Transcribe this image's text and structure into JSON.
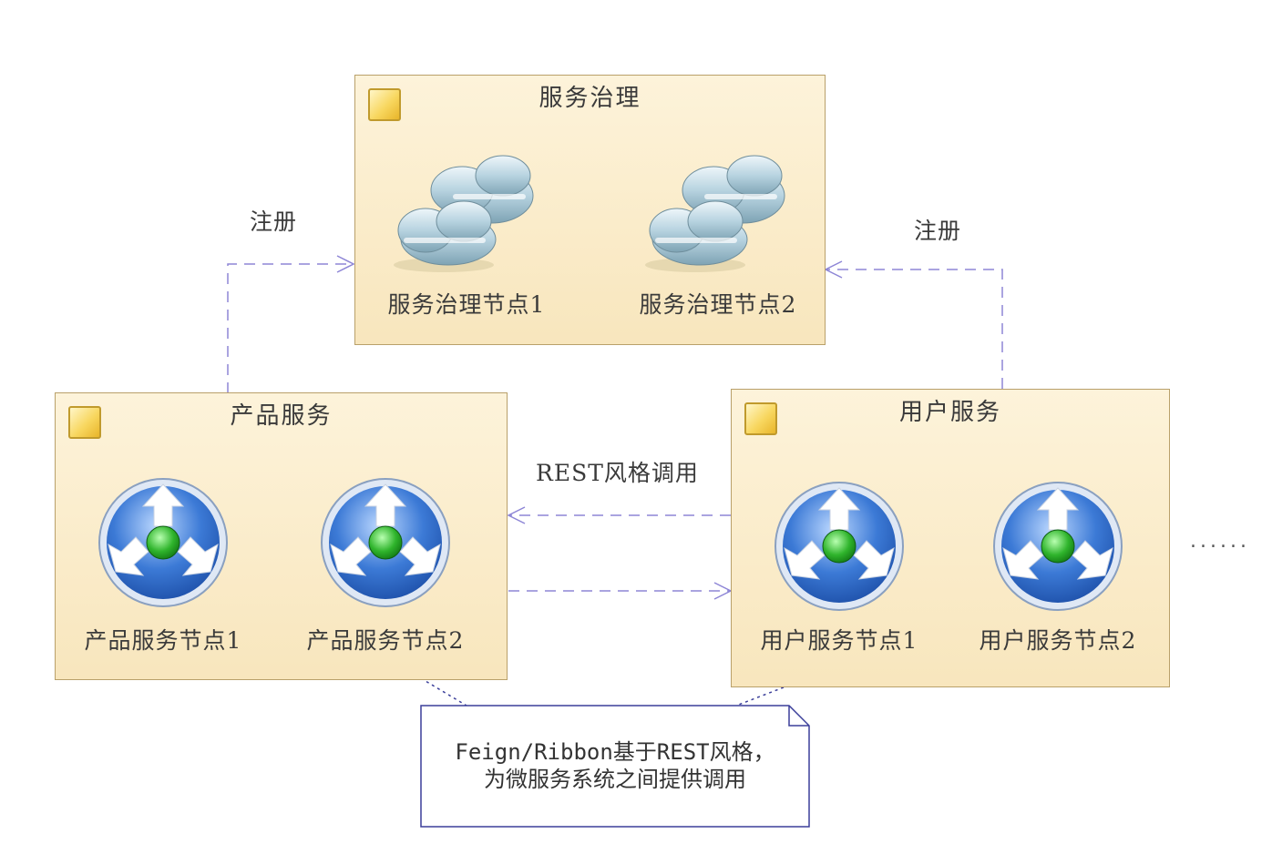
{
  "governance": {
    "title": "服务治理",
    "nodes": [
      "服务治理节点1",
      "服务治理节点2"
    ]
  },
  "product": {
    "title": "产品服务",
    "nodes": [
      "产品服务节点1",
      "产品服务节点2"
    ]
  },
  "user": {
    "title": "用户服务",
    "nodes": [
      "用户服务节点1",
      "用户服务节点2"
    ]
  },
  "edges": {
    "register_left": "注册",
    "register_right": "注册",
    "rest_call": "REST风格调用"
  },
  "note": {
    "line1": "Feign/Ribbon基于REST风格，",
    "line2": "为微服务系统之间提供调用"
  },
  "ellipsis": "......",
  "colors": {
    "package_border": "#b9a06a",
    "package_fill": "#f8e6bd",
    "dependency_line": "#8e86d6",
    "note_border": "#3b3f9a"
  }
}
